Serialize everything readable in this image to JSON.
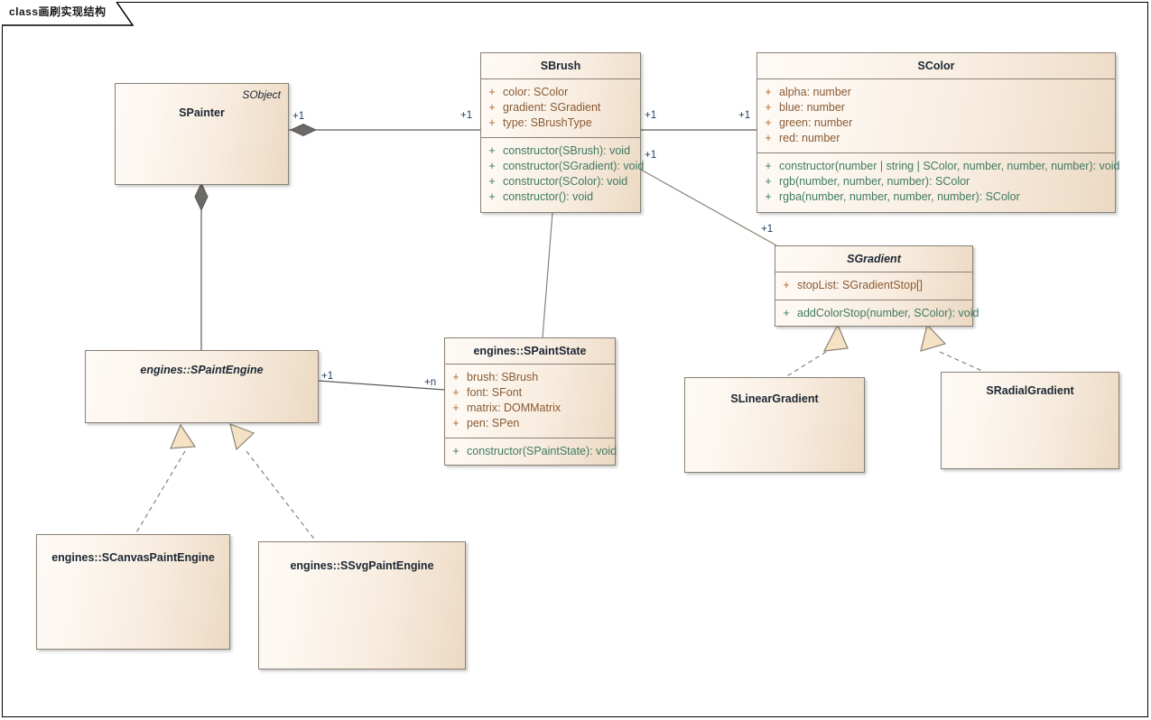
{
  "frame": {
    "label": "class画刷实现结构"
  },
  "classes": {
    "spainter": {
      "name": "SPainter",
      "stereotype": "SObject",
      "abstract": false,
      "attributes": [],
      "methods": []
    },
    "sbrush": {
      "name": "SBrush",
      "abstract": false,
      "attributes": [
        {
          "vis": "+",
          "text": "color: SColor"
        },
        {
          "vis": "+",
          "text": "gradient: SGradient"
        },
        {
          "vis": "+",
          "text": "type: SBrushType"
        }
      ],
      "methods": [
        {
          "vis": "+",
          "text": "constructor(SBrush): void"
        },
        {
          "vis": "+",
          "text": "constructor(SGradient): void"
        },
        {
          "vis": "+",
          "text": "constructor(SColor): void"
        },
        {
          "vis": "+",
          "text": "constructor(): void"
        }
      ]
    },
    "scolor": {
      "name": "SColor",
      "abstract": false,
      "attributes": [
        {
          "vis": "+",
          "text": "alpha: number"
        },
        {
          "vis": "+",
          "text": "blue: number"
        },
        {
          "vis": "+",
          "text": "green: number"
        },
        {
          "vis": "+",
          "text": "red: number"
        }
      ],
      "methods": [
        {
          "vis": "+",
          "text": "constructor(number | string | SColor, number, number, number): void"
        },
        {
          "vis": "+",
          "text": "rgb(number, number, number): SColor"
        },
        {
          "vis": "+",
          "text": "rgba(number, number, number, number): SColor"
        }
      ]
    },
    "sgradient": {
      "name": "SGradient",
      "abstract": true,
      "attributes": [
        {
          "vis": "+",
          "text": "stopList: SGradientStop[]"
        }
      ],
      "methods": [
        {
          "vis": "+",
          "text": "addColorStop(number, SColor): void"
        }
      ]
    },
    "spaintengine": {
      "name": "engines::SPaintEngine",
      "abstract": true,
      "attributes": [],
      "methods": []
    },
    "spaintstate": {
      "name": "engines::SPaintState",
      "abstract": false,
      "attributes": [
        {
          "vis": "+",
          "text": "brush: SBrush"
        },
        {
          "vis": "+",
          "text": "font: SFont"
        },
        {
          "vis": "+",
          "text": "matrix: DOMMatrix"
        },
        {
          "vis": "+",
          "text": "pen: SPen"
        }
      ],
      "methods": [
        {
          "vis": "+",
          "text": "constructor(SPaintState): void"
        }
      ]
    },
    "slineargradient": {
      "name": "SLinearGradient",
      "abstract": false,
      "attributes": [],
      "methods": []
    },
    "sradialgradient": {
      "name": "SRadialGradient",
      "abstract": false,
      "attributes": [],
      "methods": []
    },
    "scanvaspaintengine": {
      "name": "engines::SCanvasPaintEngine",
      "abstract": false,
      "attributes": [],
      "methods": []
    },
    "ssvgpaintengine": {
      "name": "engines::SSvgPaintEngine",
      "abstract": false,
      "attributes": [],
      "methods": []
    }
  },
  "multiplicities": {
    "painter_brush_src": "+1",
    "painter_brush_dst": "+1",
    "brush_color_src": "+1",
    "brush_color_dst": "+1",
    "brush_gradient_src": "+1",
    "brush_gradient_dst": "+1",
    "engine_state_src": "+1",
    "engine_state_dst": "+n"
  },
  "colors": {
    "box_border": "#8a8175",
    "box_fill_light": "#fdf9f4",
    "box_fill_dark": "#ecd9c3",
    "title_text": "#1c2733",
    "attribute_text": "#8a5a33",
    "method_text": "#3f7a63",
    "visibility_text": "#b06a33",
    "connector": "#5d5a55",
    "arrow_fill": "#f5e2c4",
    "multiplicity_text": "#1c3a5e",
    "frame_border": "#000000"
  }
}
